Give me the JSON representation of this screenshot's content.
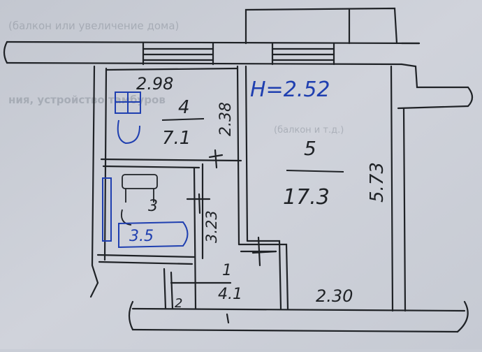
{
  "plan": {
    "height_note": "H=2.52",
    "bg_color": "#c9cdd6",
    "ink_color": "#1f2226",
    "blue_ink_color": "#1f3fb0"
  },
  "rooms": [
    {
      "id": "room-4",
      "number": "4",
      "area": "7.1",
      "width": "2.98",
      "depth": "2.38"
    },
    {
      "id": "room-5",
      "number": "5",
      "area": "17.3",
      "width": "2.30",
      "depth": "5.73"
    },
    {
      "id": "room-3",
      "number": "3",
      "area": "3.5",
      "depth": "3.23"
    },
    {
      "id": "room-1",
      "number": "1",
      "area": "4.1"
    },
    {
      "id": "room-2",
      "number": "2"
    }
  ],
  "faded_text": [
    "(балкон или увеличение дома)",
    "ния, устройство тамбуров",
    "(балкон и т.д.)"
  ]
}
